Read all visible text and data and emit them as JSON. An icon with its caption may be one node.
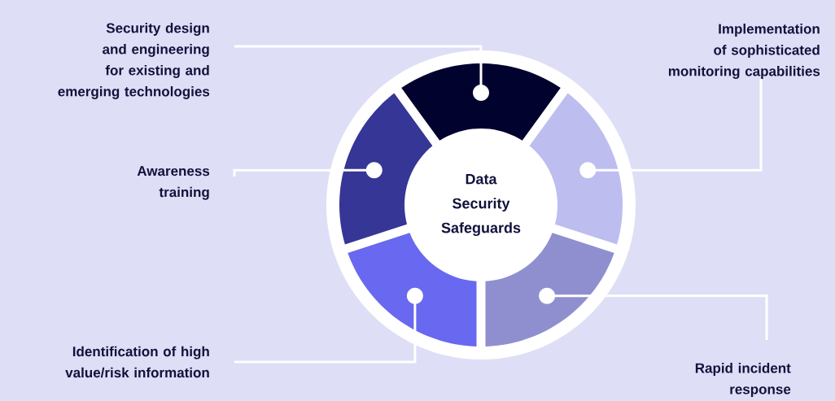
{
  "diagram": {
    "nodes": [
      {
        "text": [
          "Data Security Safeguards"
        ]
      },
      {
        "text": [],
        "shape": "wedge"
      },
      {
        "text": [],
        "shape": "wedge"
      },
      {
        "text": [],
        "shape": "wedge"
      },
      {
        "text": [],
        "shape": "wedge"
      },
      {
        "text": [],
        "shape": "wedge"
      },
      {
        "text": [
          "Security design and engineering for existing and emerging technologies"
        ]
      },
      {
        "text": [
          "Implementation of sophisticated monitoring capabilities"
        ]
      },
      {
        "text": [
          "Awareness training"
        ]
      },
      {
        "text": [
          "Rapid incident response"
        ]
      },
      {
        "text": [
          "Identification of high value/risk information"
        ]
      }
    ],
    "edges": [
      {
        "from": 6,
        "to": 1,
        "arrow": "other"
      },
      {
        "from": 7,
        "to": 2,
        "arrow": "other"
      },
      {
        "from": 8,
        "to": 5,
        "arrow": "other"
      },
      {
        "from": 9,
        "to": 3,
        "arrow": "other"
      },
      {
        "from": 10,
        "to": 4,
        "arrow": "other"
      }
    ]
  }
}
